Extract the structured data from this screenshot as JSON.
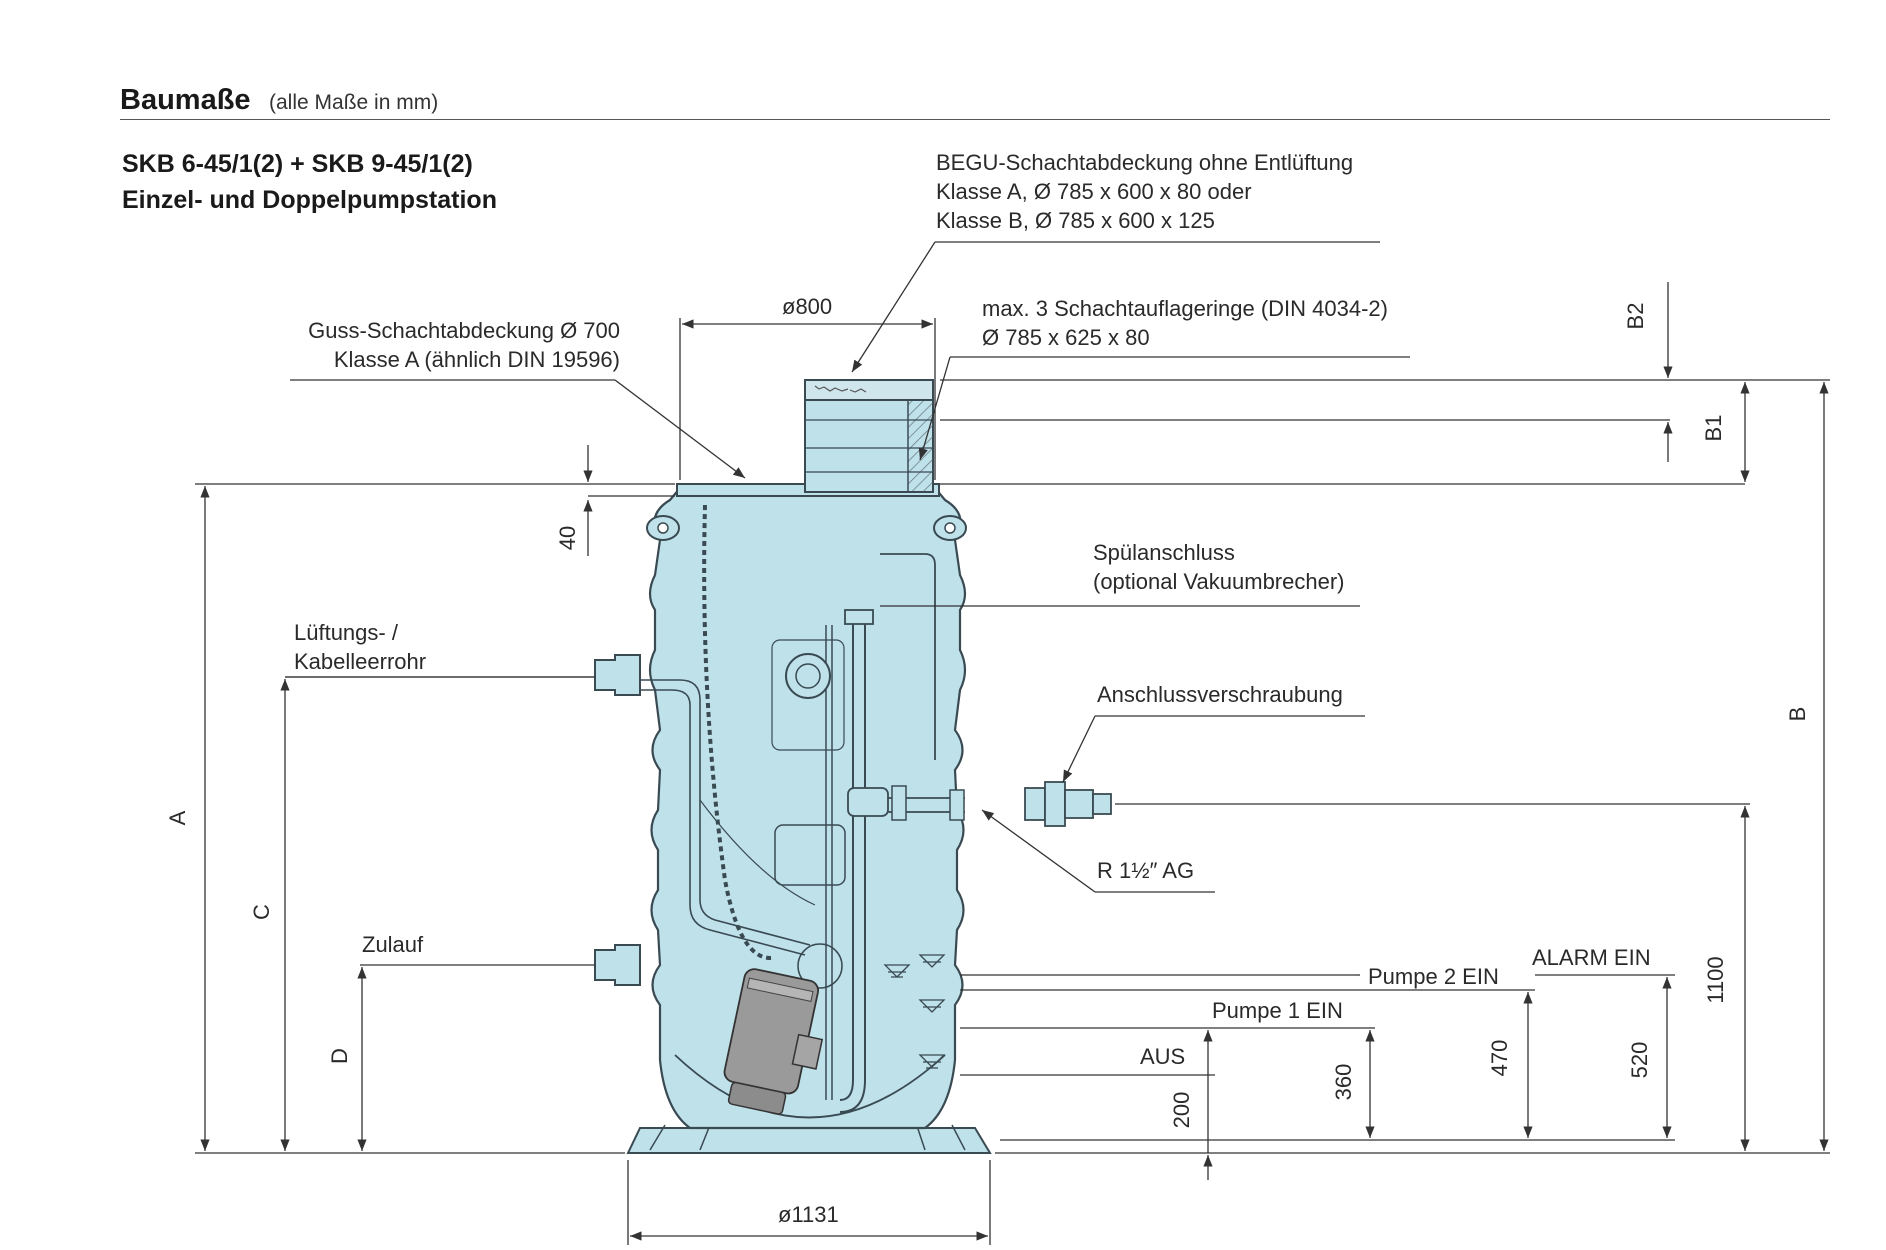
{
  "header": {
    "title": "Baumaße",
    "subtitle": "(alle Maße in mm)"
  },
  "model": {
    "line1": "SKB 6-45/1(2) + SKB 9-45/1(2)",
    "line2": "Einzel- und Doppelpumpstation"
  },
  "labels": {
    "begu": [
      "BEGU-Schachtabdeckung ohne Entlüftung",
      "Klasse A, Ø 785 x 600 x 80 oder",
      "Klasse B, Ø 785 x 600 x 125"
    ],
    "rings": [
      "max. 3 Schachtauflageringe (DIN 4034-2)",
      "Ø 785 x 625 x 80"
    ],
    "guss": [
      "Guss-Schachtabdeckung Ø 700",
      "Klasse A (ähnlich DIN 19596)"
    ],
    "lueftung": [
      "Lüftungs- /",
      "Kabelleerrohr"
    ],
    "zulauf": "Zulauf",
    "spuel": [
      "Spülanschluss",
      "(optional Vakuumbrecher)"
    ],
    "anschluss": "Anschlussverschraubung",
    "thread": "R 1½″ AG",
    "pumpe2": "Pumpe 2 EIN",
    "alarm": "ALARM EIN",
    "pumpe1": "Pumpe 1 EIN",
    "aus": "AUS"
  },
  "dimensions": {
    "top_dia": "ø800",
    "base_dia": "ø1131",
    "d40": "40",
    "A": "A",
    "B": "B",
    "B1": "B1",
    "B2": "B2",
    "C": "C",
    "D": "D",
    "d200": "200",
    "d360": "360",
    "d470": "470",
    "d520": "520",
    "d1100": "1100"
  },
  "colors": {
    "tank": "#bfe1ea",
    "tank_stroke": "#3a4a52",
    "line": "#333333",
    "pump": "#9a9a9a"
  }
}
